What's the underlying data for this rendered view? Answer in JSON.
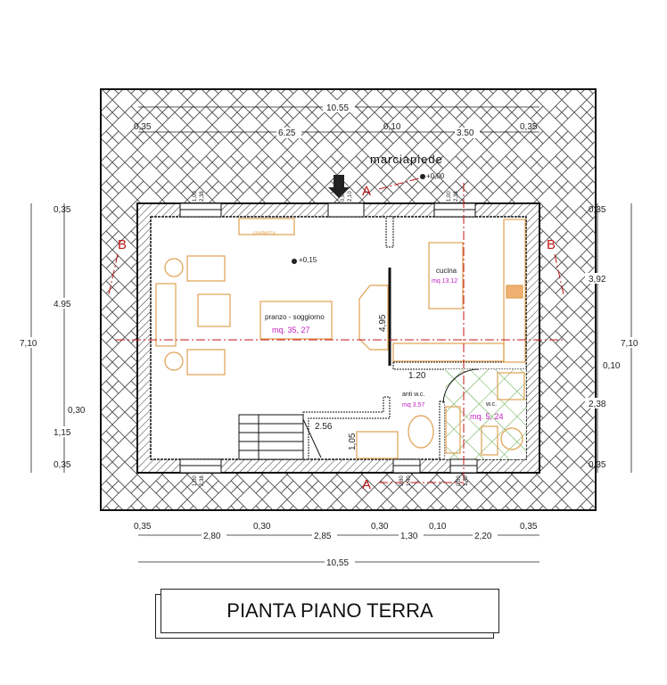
{
  "title": "PIANTA PIANO TERRA",
  "outside_label": "marciapiede",
  "elevations": {
    "outside": "+0,00",
    "inside": "+0,15"
  },
  "section_markers": {
    "a": "A",
    "b": "B"
  },
  "rooms": {
    "living": {
      "name": "pranzo - soggiorno",
      "area": "mq. 35, 27"
    },
    "kitchen": {
      "name": "cucina",
      "area": "mq 13.12"
    },
    "antibath": {
      "name": "anti w.c.",
      "area": "mq 3.57"
    },
    "bath": {
      "name": "w.c.",
      "area": "mq. 5, 24"
    },
    "sideboard": "credenza"
  },
  "dimensions": {
    "top_total": "10.55",
    "top": [
      "0,35",
      "6.25",
      "0,10",
      "3.50",
      "0,35"
    ],
    "left_total": "7,10",
    "left": [
      "0,35",
      "4.95",
      "0,30",
      "1,15",
      "0,35"
    ],
    "right_total": "7,10",
    "right": [
      "0,35",
      "3,92",
      "0,10",
      "2,38",
      "0,35"
    ],
    "bottom": [
      "0,35",
      "2,80",
      "0,30",
      "2,85",
      "0,30",
      "1,30",
      "0,10",
      "2,20",
      "0,35"
    ],
    "bottom_total": "10,55",
    "interior": [
      "4,95",
      "1.20",
      "2.56",
      "1,05"
    ],
    "openings": {
      "door": [
        "0,90",
        "2,10"
      ],
      "window": [
        "1,00",
        "2,38"
      ],
      "small_window": [
        "0,80",
        "1,40"
      ]
    }
  },
  "colors": {
    "furniture": "#e0a050",
    "section": "#c01818",
    "area_text": "#c020c0",
    "tiles": "#4a9a2a"
  }
}
